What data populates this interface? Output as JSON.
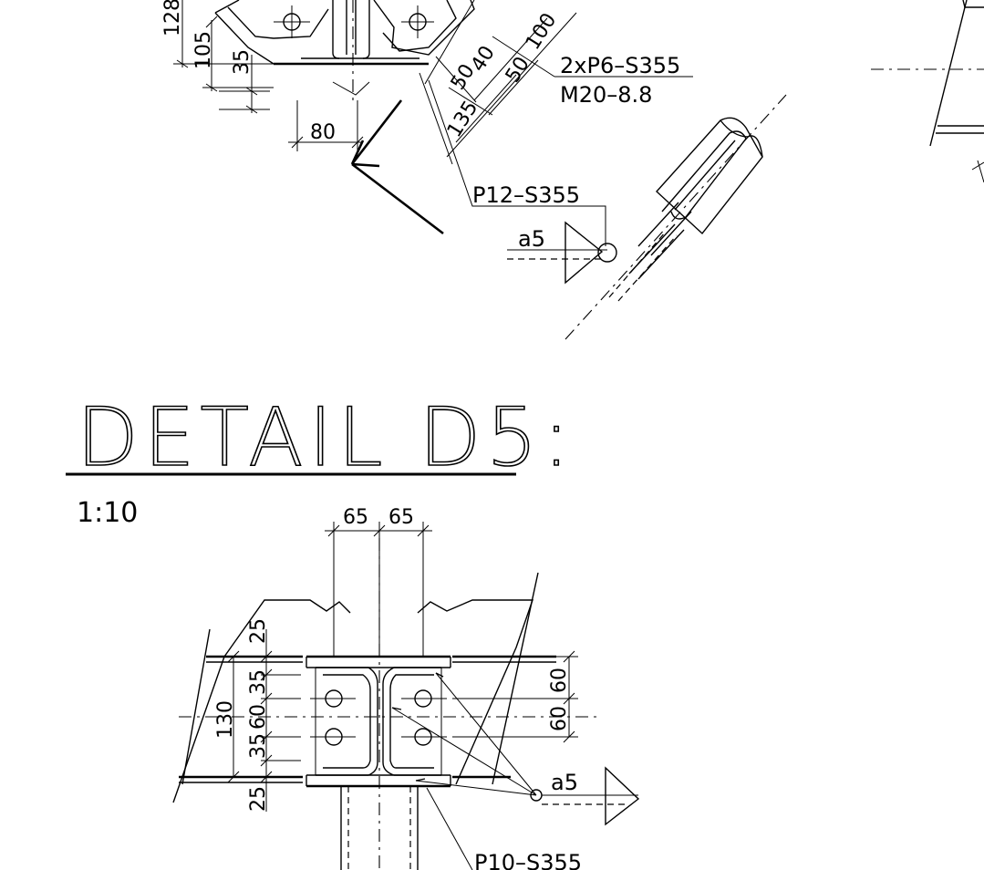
{
  "upper_detail": {
    "dims_vertical": [
      "128",
      "105",
      "35"
    ],
    "dims_horizontal": [
      "80"
    ],
    "dims_diagonal": [
      "50",
      "40",
      "50",
      "100",
      "135"
    ],
    "labels": {
      "plates": "2xP6–S355",
      "bolts": "M20–8.8",
      "gusset": "P12–S355",
      "weld": "a5"
    }
  },
  "detail_d5": {
    "title": "DETAIL D5:",
    "scale": "1:10",
    "dims_top": [
      "65",
      "65"
    ],
    "dims_left": [
      "25",
      "35",
      "60",
      "35",
      "25"
    ],
    "dim_total": "130",
    "dims_right": [
      "60",
      "60"
    ],
    "weld": "a5",
    "plate": "P10–S355"
  }
}
